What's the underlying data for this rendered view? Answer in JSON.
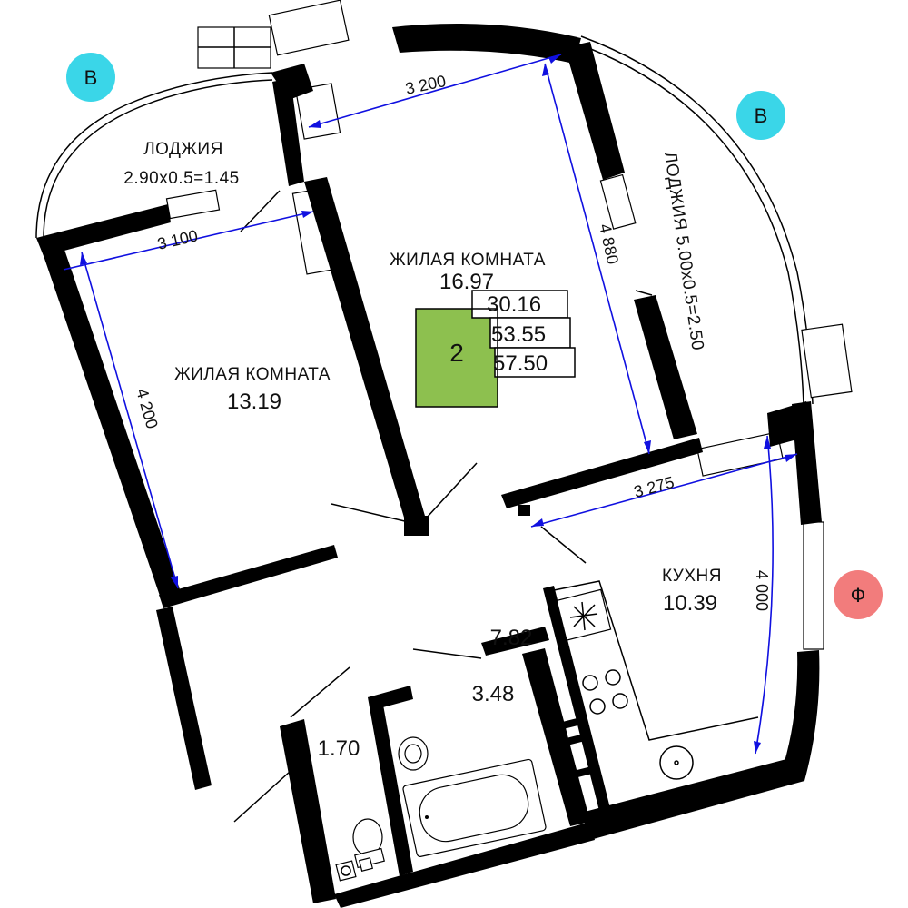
{
  "rooms": {
    "loggia_left": {
      "name": "ЛОДЖИЯ",
      "area": "2.90x0.5=1.45"
    },
    "room_left": {
      "name": "ЖИЛАЯ КОМНАТА",
      "area": "13.19"
    },
    "room_center": {
      "name": "ЖИЛАЯ КОМНАТА",
      "area": "16.97"
    },
    "loggia_right": {
      "label": "ЛОДЖИЯ 5.00x0.5=2.50"
    },
    "kitchen": {
      "name": "КУХНЯ",
      "area": "10.39"
    },
    "hall": {
      "area": "7.82"
    },
    "bathroom": {
      "area": "3.48"
    },
    "wc": {
      "area": "1.70"
    }
  },
  "dimensions": {
    "d3200": "3 200",
    "d3100": "3 100",
    "d4880": "4 880",
    "d4200": "4 200",
    "d3275": "3 275",
    "d4000": "4 000"
  },
  "summary": {
    "rooms_count": "2",
    "living_area": "30.16",
    "total_area": "53.55",
    "total_with_loggia": "57.50",
    "rooms_color": "#8dc04f"
  },
  "badges": [
    {
      "letter": "В",
      "color": "#3ad6e8"
    },
    {
      "letter": "В",
      "color": "#3ad6e8"
    },
    {
      "letter": "Ф",
      "color": "#f27c7c"
    }
  ]
}
